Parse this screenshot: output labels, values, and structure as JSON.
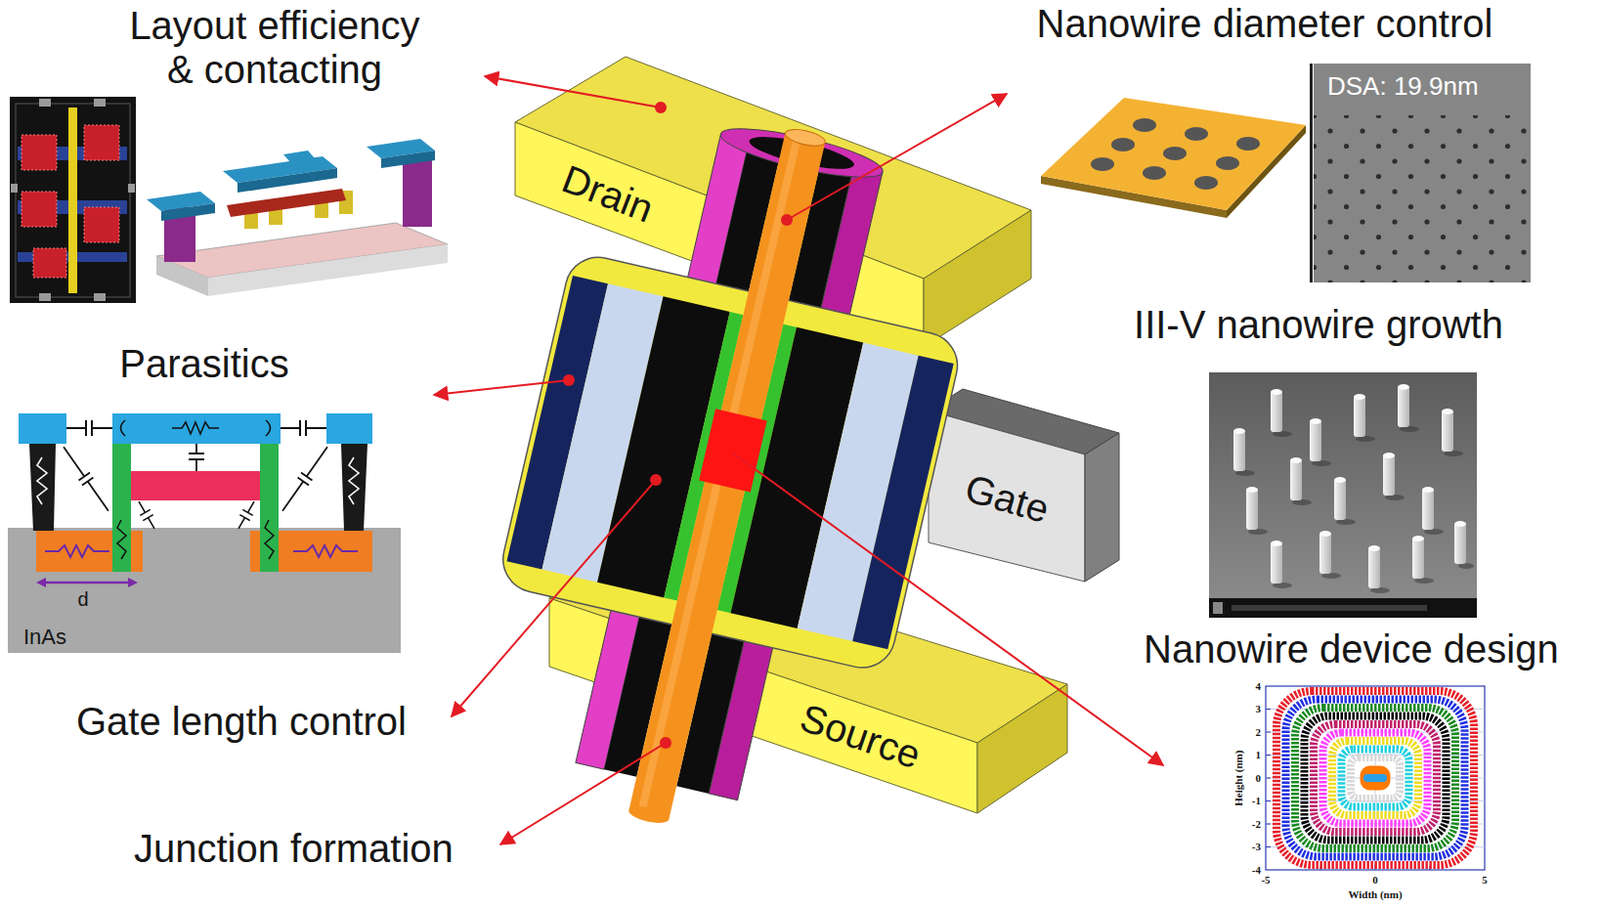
{
  "diagram": {
    "nodes": [
      {
        "text": [
          "Drain"
        ]
      },
      {
        "text": [
          "Gate"
        ]
      },
      {
        "text": [
          "Source"
        ]
      }
    ],
    "labels": [
      "Layout efficiency & contacting",
      "Nanowire diameter control",
      "DSA: 19.9nm",
      "Parasitics",
      "III-V nanowire growth",
      "InAs",
      "d",
      "Gate length control",
      "Nanowire device design",
      "Junction formation",
      "Height (nm)",
      "Width (nm)",
      "4",
      "3",
      "2",
      "1",
      "0",
      "-1",
      "-2",
      "-3",
      "-4",
      "-5",
      "0",
      "5"
    ]
  }
}
